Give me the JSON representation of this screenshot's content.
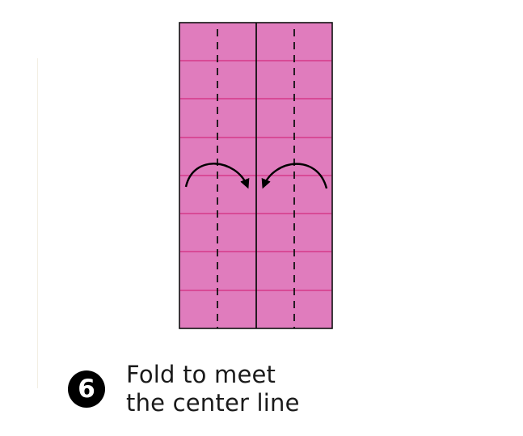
{
  "step": {
    "number": "6",
    "instruction_lines": [
      "Fold to meet",
      "the center line"
    ]
  },
  "colors": {
    "paper": "#e07cbd",
    "crease": "#d63a8a",
    "outline": "#111111",
    "arrow": "#000000"
  },
  "icons": {
    "left_arrow": "curved-arrow-right-icon",
    "right_arrow": "curved-arrow-left-icon"
  }
}
